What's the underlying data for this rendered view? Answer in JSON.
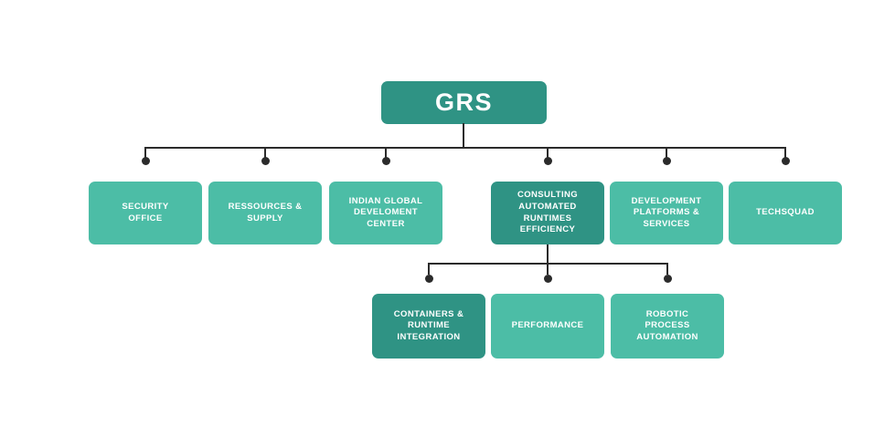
{
  "theme": {
    "dark": "#2f9384",
    "light": "#4cbda6",
    "line": "#2b2b2b",
    "text": "#ffffff",
    "background": "#ffffff"
  },
  "org": {
    "root": {
      "label": "GRS",
      "variant": "dark"
    },
    "level2": [
      {
        "label": "SECURITY\nOFFICE",
        "variant": "light"
      },
      {
        "label": "RESSOURCES &\nSUPPLY",
        "variant": "light"
      },
      {
        "label": "INDIAN GLOBAL\nDEVELOMENT\nCENTER",
        "variant": "light"
      },
      {
        "label": "CONSULTING\nAUTOMATED\nRUNTIMES\nEFFICIENCY",
        "variant": "dark"
      },
      {
        "label": "DEVELOPMENT\nPLATFORMS &\nSERVICES",
        "variant": "light"
      },
      {
        "label": "TECHSQUAD",
        "variant": "light"
      }
    ],
    "level3": [
      {
        "label": "CONTAINERS &\nRUNTIME\nINTEGRATION",
        "variant": "dark"
      },
      {
        "label": "PERFORMANCE",
        "variant": "light"
      },
      {
        "label": "ROBOTIC\nPROCESS\nAUTOMATION",
        "variant": "light"
      }
    ]
  }
}
